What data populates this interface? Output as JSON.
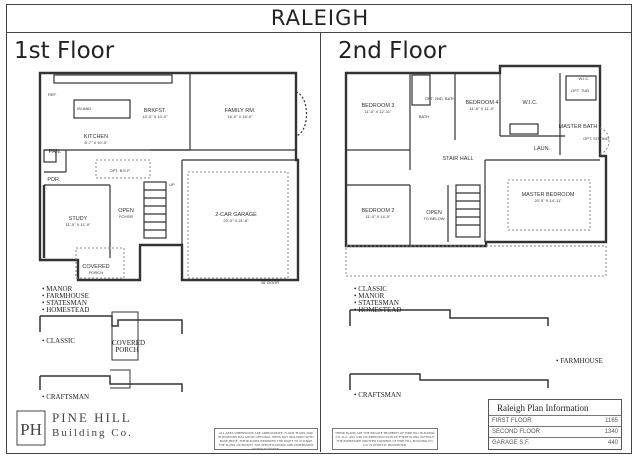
{
  "title": "RALEIGH",
  "first_floor": {
    "heading": "1st Floor",
    "rooms": [
      {
        "name": "BRKFST.",
        "dims": "10'-0\" X 10'-0\""
      },
      {
        "name": "FAMILY RM.",
        "dims": "16'-0\" X 16'-0\""
      },
      {
        "name": "KITCHEN",
        "dims": "8'-7\" X 10'-0\""
      },
      {
        "name": "STUDY",
        "dims": "11'-0\" X 11'-9\""
      },
      {
        "name": "2-CAR GARAGE",
        "dims": "20'-0\" X 21'-8\""
      },
      {
        "name": "OPEN",
        "dims": "FOYER"
      },
      {
        "name": "COVERED",
        "dims": "PORCH"
      },
      {
        "name": "PAN.",
        "dims": ""
      },
      {
        "name": "PDR.",
        "dims": ""
      }
    ],
    "notes": {
      "island": "ISLAND",
      "patio": "OPT. PATIO",
      "ref": "REF.",
      "opt_bedroom": "OPT. B.E.P.",
      "door": "16' DOOR",
      "up": "UP"
    },
    "elevations": [
      "MANOR",
      "FARMHOUSE",
      "STATESMAN",
      "HOMESTEAD"
    ],
    "alt_elevations": [
      {
        "name": "CLASSIC",
        "porch": "COVERED PORCH"
      },
      {
        "name": "CRAFTSMAN",
        "porch": ""
      }
    ]
  },
  "second_floor": {
    "heading": "2nd Floor",
    "rooms": [
      {
        "name": "BEDROOM 3",
        "dims": "11'-0\" X 12'-11\""
      },
      {
        "name": "BEDROOM 4",
        "dims": "11'-6\" X 11'-0\""
      },
      {
        "name": "W.I.C.",
        "dims": ""
      },
      {
        "name": "MASTER BATH",
        "dims": ""
      },
      {
        "name": "STAIR HALL",
        "dims": ""
      },
      {
        "name": "LAUN.",
        "dims": ""
      },
      {
        "name": "BEDROOM 2",
        "dims": "11'-0\" X 14'-0\""
      },
      {
        "name": "OPEN",
        "dims": "TO BELOW"
      },
      {
        "name": "MASTER BEDROOM",
        "dims": "20'-0\" X 14'-11\""
      }
    ],
    "notes": {
      "opt_bath": "OPT. 2ND. BATH",
      "opt_sitting": "OPT. SITTING",
      "bath": "BATH",
      "opt_tub": "OPT. TUB",
      "w_i_c": "W.I.C."
    },
    "elevations": [
      "CLASSIC",
      "MANOR",
      "STATESMAN",
      "HOMESTEAD"
    ],
    "alt_elevations": [
      {
        "name": "FARMHOUSE"
      },
      {
        "name": "CRAFTSMAN"
      }
    ]
  },
  "brand": {
    "monogram": "PH",
    "line1": "PINE HILL",
    "line2": "Building Co."
  },
  "disclaimers": [
    "ALL AREA DIMENSIONS ARE APPROXIMATE. FLOOR PLANS AND ELEVATIONS MAY SHOW OPTIONAL ITEMS NOT INCLUDED WITH BASE PRICE. THE BUILDER RESERVES THE RIGHT TO CHANGE THE PLANS OR MODIFY THE SPECIFICATIONS AND DIMENSIONS WITHOUT NOTICE.",
    "THESE PLANS ARE THE PRIVATE PROPERTY OF PINE HILL BUILDING CO. LLC. ANY USE OR REPRODUCTION OF THESE PLANS WITHOUT THE EXPRESSED WRITTEN CONSENT OF PINE HILL BUILDING CO. LLC IS STRICTLY PROHIBITED."
  ],
  "plan_info": {
    "title": "Raleigh Plan Information",
    "rows": [
      {
        "label": "FIRST FLOOR",
        "value": "1165"
      },
      {
        "label": "SECOND FLOOR",
        "value": "1340"
      },
      {
        "label": "GARAGE S.F.",
        "value": "440"
      }
    ]
  },
  "colors": {
    "line": "#333333",
    "light_line": "#888888",
    "background": "#ffffff"
  }
}
